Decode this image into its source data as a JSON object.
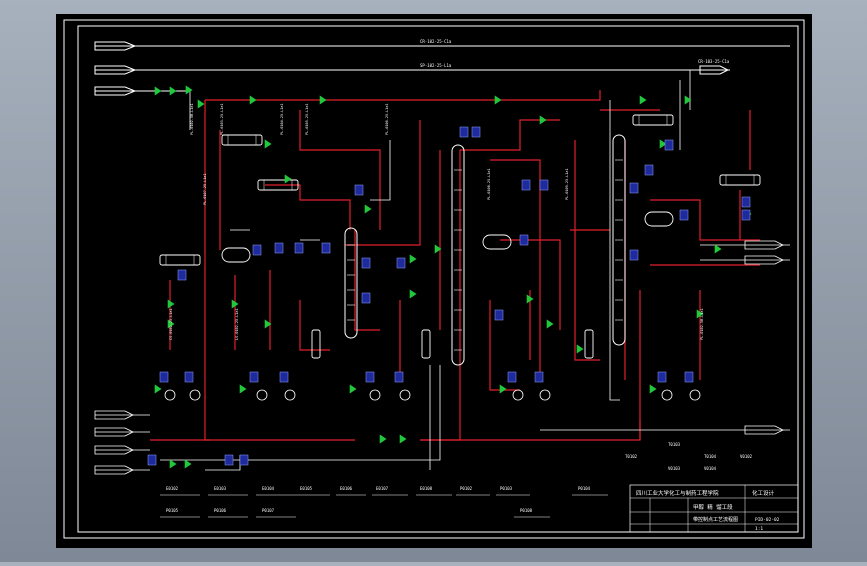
{
  "colors": {
    "background": "#000000",
    "frame": "#ffffff",
    "process_line": "#e0202a",
    "steam_line": "#ffffff",
    "valve": "#22c83c",
    "instrument": "#1f2a9c",
    "viewport_bg": "#8f99a6"
  },
  "drawing": {
    "header_lines": [
      {
        "label": "CR-102-25-C1a"
      },
      {
        "label": "SP-102-25-L1a"
      },
      {
        "label": "CR-103-25-C1a"
      }
    ],
    "line_numbers": [
      "PL-0102-50-L1a1",
      "PL-0103-25-L1a1",
      "PL-0104-25-L1a1",
      "PL-0105-25-L1a1",
      "PL-0106-25-L1a1",
      "PL-0107-25-L1a1",
      "PL-0108-25-L1a1",
      "PL-0109-25-L1a1",
      "CS-0102-25-L1a1",
      "LS-0102-25-L1a1",
      "PL-0102-50-L1a1"
    ],
    "equipment_tags": [
      "E0102",
      "E0103",
      "E0104",
      "E0105",
      "E0106",
      "E0107",
      "E0108",
      "P0102",
      "P0103",
      "P0104",
      "P0105",
      "P0106",
      "P0107",
      "P0108",
      "T0102",
      "T0103",
      "T0104",
      "V0102",
      "V0103",
      "V0104"
    ],
    "title_block": {
      "company": "四川工业大学化工与制药工程学院",
      "design": "化工设计",
      "title": "甲醇 精 馏工段",
      "subtitle": "带控制点工艺流程图",
      "drawing_no": "PID-02-02",
      "scale": "1:1"
    }
  }
}
